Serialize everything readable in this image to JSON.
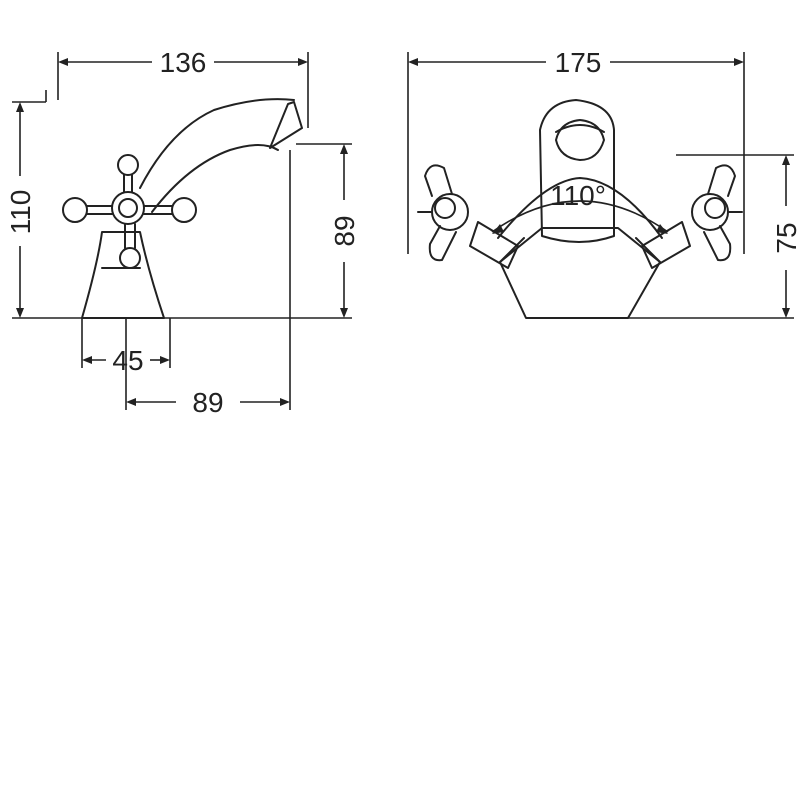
{
  "drawing": {
    "side_view": {
      "overall_length": "136",
      "overall_height": "110",
      "spout_height": "89",
      "base_depth": "45",
      "spout_reach": "89"
    },
    "front_view": {
      "overall_width": "175",
      "handle_height": "75",
      "swivel_angle": "110°"
    }
  },
  "colors": {
    "line": "#222222",
    "background": "#ffffff"
  }
}
